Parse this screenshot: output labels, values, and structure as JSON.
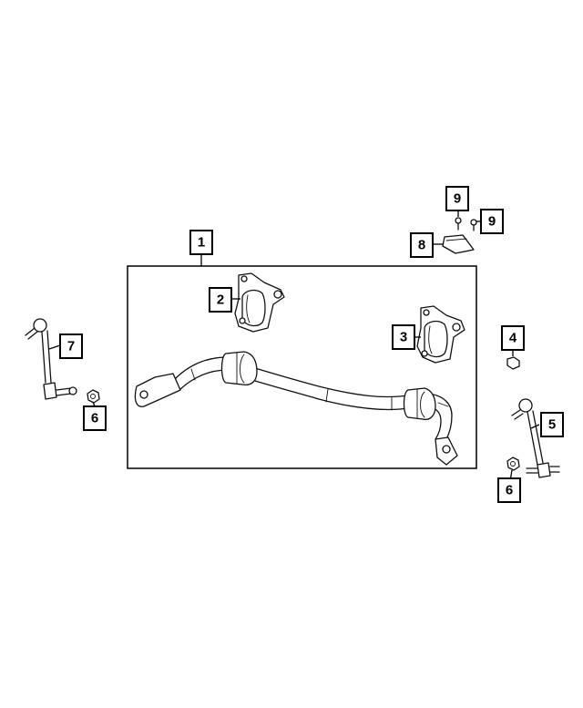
{
  "callouts": {
    "c1": "1",
    "c2": "2",
    "c3": "3",
    "c4": "4",
    "c5": "5",
    "c6a": "6",
    "c6b": "6",
    "c7": "7",
    "c8": "8",
    "c9a": "9",
    "c9b": "9"
  },
  "colors": {
    "line": "#111111",
    "background": "#ffffff"
  }
}
